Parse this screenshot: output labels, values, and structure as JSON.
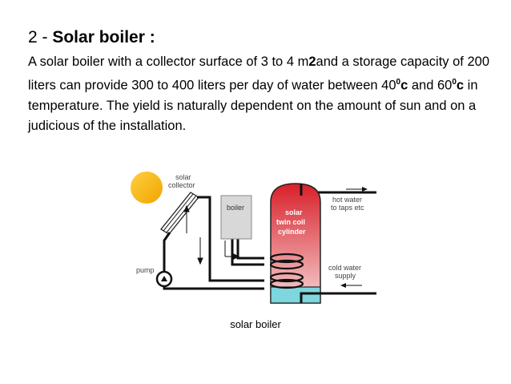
{
  "slide": {
    "title_prefix": "2 - ",
    "title_bold": "Solar boiler :",
    "para": {
      "p1": "A solar boiler with a collector surface of 3 to 4 m",
      "p1_bold": "2",
      "p2": "and a storage capacity of 200 liters can provide 300 to 400 liters per day of water between 40",
      "sup1": "0",
      "c1": "c",
      "p3": " and 60",
      "sup2": "0",
      "c2": "c",
      "p4": " in temperature. The yield is naturally dependent on the amount of sun and on a judicious of the installation."
    },
    "caption": "solar boiler"
  },
  "diagram": {
    "label_collector_1": "solar",
    "label_collector_2": "collector",
    "label_boiler": "boiler",
    "label_pump": "pump",
    "label_cylinder_1": "solar",
    "label_cylinder_2": "twin coil",
    "label_cylinder_3": "cylinder",
    "label_hot_1": "hot water",
    "label_hot_2": "to taps etc",
    "label_cold_1": "cold water",
    "label_cold_2": "supply",
    "colors": {
      "sun": "#f7b500",
      "cylinder_top": "#d8202a",
      "cylinder_bottom": "#f2c7c7",
      "water": "#7ed6df",
      "boiler": "#d7d7d7",
      "pipe": "#111111"
    }
  }
}
